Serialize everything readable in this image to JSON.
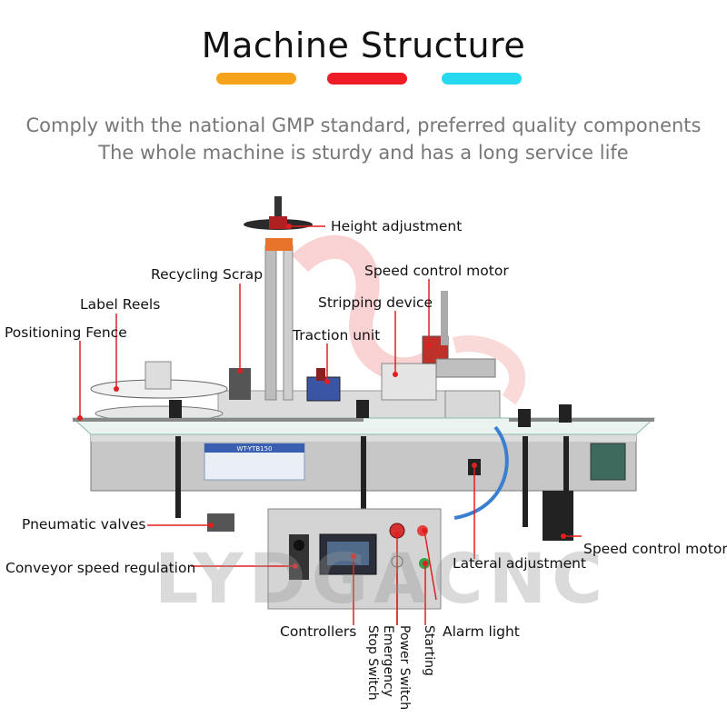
{
  "header": {
    "title": "Machine Structure",
    "subtitle_line1": "Comply with the national GMP standard, preferred quality components",
    "subtitle_line2": "The whole machine is sturdy and has a long service life",
    "bar_colors": [
      "#f7a21b",
      "#ee1c25",
      "#27d9ef"
    ]
  },
  "watermark": "LYDGACNC",
  "labels": {
    "height_adjustment": "Height adjustment",
    "speed_control_motor_top": "Speed control motor",
    "recycling_scrap": "Recycling Scrap",
    "stripping_device": "Stripping device",
    "label_reels": "Label Reels",
    "positioning_fence": "Positioning Fence",
    "traction_unit": "Traction unit",
    "pneumatic_valves": "Pneumatic valves",
    "conveyor_speed_regulation": "Conveyor speed regulation",
    "speed_control_motor_bottom": "Speed control motor",
    "lateral_adjustment": "Lateral adjustment",
    "controllers": "Controllers",
    "alarm_light": "Alarm light",
    "emergency_stop_switch": "Emergency\nStop Switch",
    "power_switch": "Power Switch",
    "starting": "Starting"
  },
  "panel": {
    "model_plate": "WT-YTB150"
  },
  "colors": {
    "callout_line": "#e02020",
    "callout_dot": "#e02020",
    "machine_steel": "#c9c9c9",
    "conveyor_belt": "#5fb7a0"
  }
}
